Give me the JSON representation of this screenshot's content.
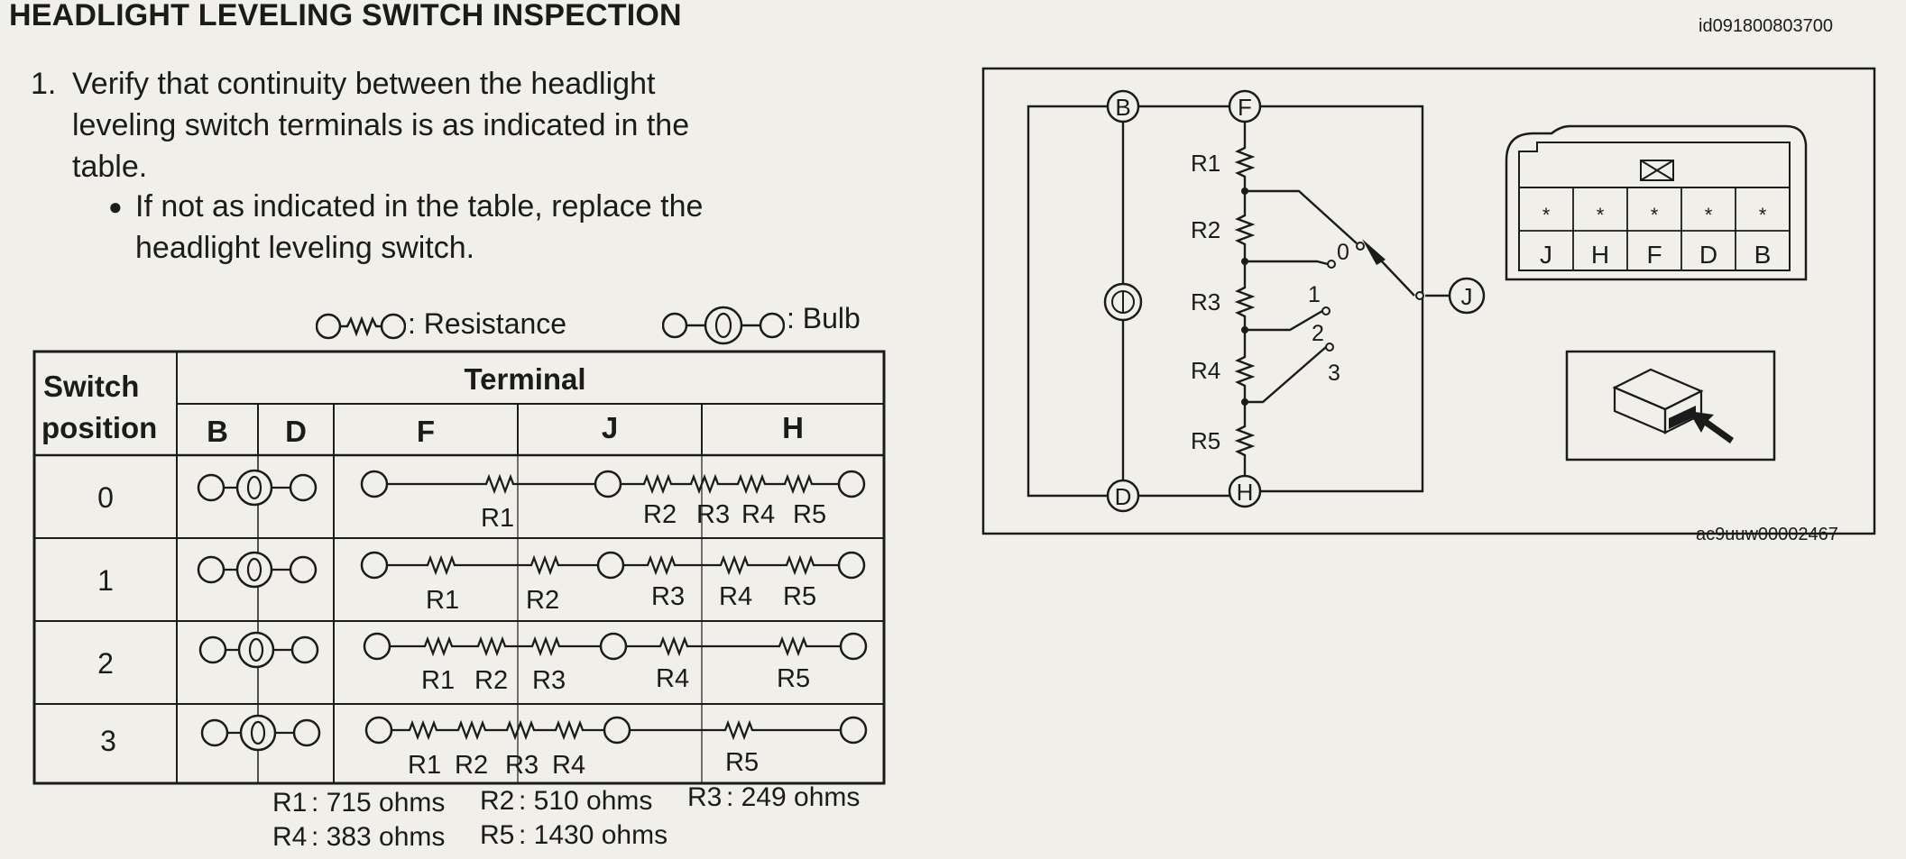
{
  "header": {
    "title": "HEADLIGHT LEVELING SWITCH INSPECTION",
    "doc_id": "id091800803700"
  },
  "instructions": {
    "step_num": "1.",
    "step_lines": [
      "Verify that continuity between the headlight",
      "leveling switch terminals is as indicated in the",
      "table."
    ],
    "bullet_lines": [
      "If not as indicated in the table, replace the",
      "headlight leveling switch."
    ]
  },
  "legend": {
    "resistance_label": ": Resistance",
    "bulb_label": ": Bulb"
  },
  "table": {
    "corner_line1": "Switch",
    "corner_line2": "position",
    "group_header": "Terminal",
    "columns": [
      "B",
      "D",
      "F",
      "J",
      "H"
    ],
    "rows": [
      {
        "position": "0",
        "labels": [
          "R1",
          "R2",
          "R3",
          "R4",
          "R5"
        ]
      },
      {
        "position": "1",
        "labels": [
          "R1",
          "R2",
          "R3",
          "R4",
          "R5"
        ]
      },
      {
        "position": "2",
        "labels": [
          "R1",
          "R2",
          "R3",
          "R4",
          "R5"
        ]
      },
      {
        "position": "3",
        "labels": [
          "R1",
          "R2",
          "R3",
          "R4",
          "R5"
        ]
      }
    ]
  },
  "resistor_values": [
    {
      "name": "R1",
      "value": ": 715 ohms"
    },
    {
      "name": "R2",
      "value": ": 510 ohms"
    },
    {
      "name": "R3",
      "value": ": 249 ohms"
    },
    {
      "name": "R4",
      "value": ": 383 ohms"
    },
    {
      "name": "R5",
      "value": ": 1430 ohms"
    }
  ],
  "circuit": {
    "terminals": [
      "B",
      "F",
      "D",
      "H",
      "J"
    ],
    "resistors": [
      "R1",
      "R2",
      "R3",
      "R4",
      "R5"
    ],
    "switch_positions": [
      "0",
      "1",
      "2",
      "3"
    ]
  },
  "connector": {
    "pins": [
      "J",
      "H",
      "F",
      "D",
      "B"
    ],
    "pin_marks": [
      "*",
      "*",
      "*",
      "*",
      "*"
    ]
  },
  "figure_id": "ac9uuw00002467"
}
